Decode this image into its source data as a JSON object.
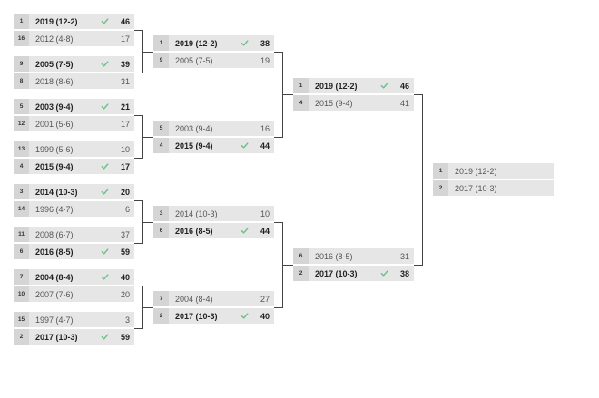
{
  "colors": {
    "row_bg": "#e6e6e6",
    "seed_bg": "#d5d5d5",
    "check": "#6cc18a",
    "line": "#444444"
  },
  "bracket": {
    "round1": [
      {
        "teams": [
          {
            "seed": "1",
            "name": "2019 (12-2)",
            "score": "46",
            "winner": true
          },
          {
            "seed": "16",
            "name": "2012 (4-8)",
            "score": "17",
            "winner": false
          }
        ]
      },
      {
        "teams": [
          {
            "seed": "9",
            "name": "2005 (7-5)",
            "score": "39",
            "winner": true
          },
          {
            "seed": "8",
            "name": "2018 (8-6)",
            "score": "31",
            "winner": false
          }
        ]
      },
      {
        "teams": [
          {
            "seed": "5",
            "name": "2003 (9-4)",
            "score": "21",
            "winner": true
          },
          {
            "seed": "12",
            "name": "2001 (5-6)",
            "score": "17",
            "winner": false
          }
        ]
      },
      {
        "teams": [
          {
            "seed": "13",
            "name": "1999 (5-6)",
            "score": "10",
            "winner": false
          },
          {
            "seed": "4",
            "name": "2015 (9-4)",
            "score": "17",
            "winner": true
          }
        ]
      },
      {
        "teams": [
          {
            "seed": "3",
            "name": "2014 (10-3)",
            "score": "20",
            "winner": true
          },
          {
            "seed": "14",
            "name": "1996 (4-7)",
            "score": "6",
            "winner": false
          }
        ]
      },
      {
        "teams": [
          {
            "seed": "11",
            "name": "2008 (6-7)",
            "score": "37",
            "winner": false
          },
          {
            "seed": "6",
            "name": "2016 (8-5)",
            "score": "59",
            "winner": true
          }
        ]
      },
      {
        "teams": [
          {
            "seed": "7",
            "name": "2004 (8-4)",
            "score": "40",
            "winner": true
          },
          {
            "seed": "10",
            "name": "2007 (7-6)",
            "score": "20",
            "winner": false
          }
        ]
      },
      {
        "teams": [
          {
            "seed": "15",
            "name": "1997 (4-7)",
            "score": "3",
            "winner": false
          },
          {
            "seed": "2",
            "name": "2017 (10-3)",
            "score": "59",
            "winner": true
          }
        ]
      }
    ],
    "round2": [
      {
        "teams": [
          {
            "seed": "1",
            "name": "2019 (12-2)",
            "score": "38",
            "winner": true
          },
          {
            "seed": "9",
            "name": "2005 (7-5)",
            "score": "19",
            "winner": false
          }
        ]
      },
      {
        "teams": [
          {
            "seed": "5",
            "name": "2003 (9-4)",
            "score": "16",
            "winner": false
          },
          {
            "seed": "4",
            "name": "2015 (9-4)",
            "score": "44",
            "winner": true
          }
        ]
      },
      {
        "teams": [
          {
            "seed": "3",
            "name": "2014 (10-3)",
            "score": "10",
            "winner": false
          },
          {
            "seed": "6",
            "name": "2016 (8-5)",
            "score": "44",
            "winner": true
          }
        ]
      },
      {
        "teams": [
          {
            "seed": "7",
            "name": "2004 (8-4)",
            "score": "27",
            "winner": false
          },
          {
            "seed": "2",
            "name": "2017 (10-3)",
            "score": "40",
            "winner": true
          }
        ]
      }
    ],
    "round3": [
      {
        "teams": [
          {
            "seed": "1",
            "name": "2019 (12-2)",
            "score": "46",
            "winner": true
          },
          {
            "seed": "4",
            "name": "2015 (9-4)",
            "score": "41",
            "winner": false
          }
        ]
      },
      {
        "teams": [
          {
            "seed": "6",
            "name": "2016 (8-5)",
            "score": "31",
            "winner": false
          },
          {
            "seed": "2",
            "name": "2017 (10-3)",
            "score": "38",
            "winner": true
          }
        ]
      }
    ],
    "final": [
      {
        "teams": [
          {
            "seed": "1",
            "name": "2019 (12-2)",
            "score": "",
            "winner": false
          },
          {
            "seed": "2",
            "name": "2017 (10-3)",
            "score": "",
            "winner": false
          }
        ]
      }
    ]
  }
}
